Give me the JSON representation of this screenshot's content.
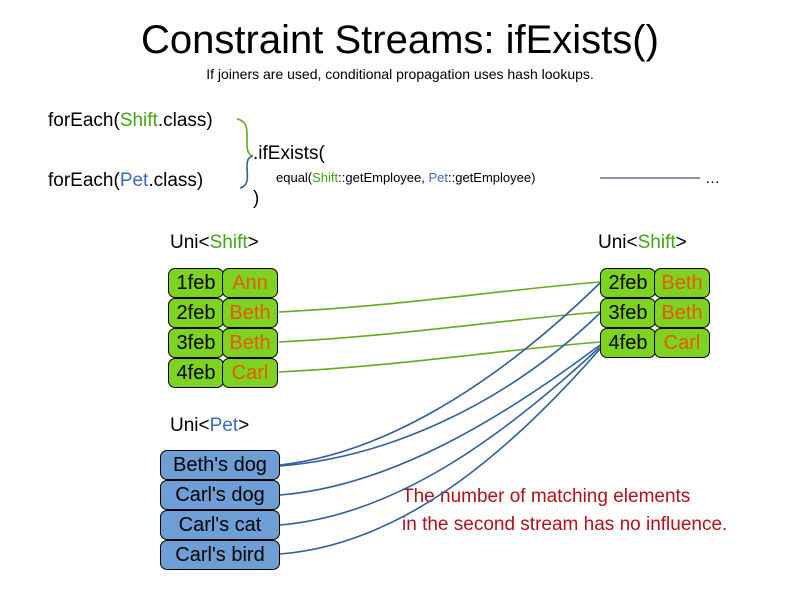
{
  "slide": {
    "title": "Constraint Streams: ifExists()",
    "subtitle": "If joiners are used, conditional propagation uses hash lookups."
  },
  "code": {
    "for_each_shift": {
      "prefix": "forEach(",
      "type": "Shift",
      "suffix": ".class)"
    },
    "for_each_pet": {
      "prefix": "forEach(",
      "type": "Pet",
      "suffix": ".class)"
    },
    "if_exists": ".ifExists(",
    "equal": {
      "prefix": "equal(",
      "left_type": "Shift",
      "left_ref": "::getEmployee, ",
      "right_type": "Pet",
      "right_ref": "::getEmployee)"
    },
    "close_paren": ")",
    "ellipsis": "…"
  },
  "streams": {
    "left_shift": {
      "label_prefix": "Uni<",
      "label_type": "Shift",
      "label_suffix": ">",
      "rows": [
        {
          "date": "1feb",
          "employee": "Ann"
        },
        {
          "date": "2feb",
          "employee": "Beth"
        },
        {
          "date": "3feb",
          "employee": "Beth"
        },
        {
          "date": "4feb",
          "employee": "Carl"
        }
      ]
    },
    "right_shift": {
      "label_prefix": "Uni<",
      "label_type": "Shift",
      "label_suffix": ">",
      "rows": [
        {
          "date": "2feb",
          "employee": "Beth"
        },
        {
          "date": "3feb",
          "employee": "Beth"
        },
        {
          "date": "4feb",
          "employee": "Carl"
        }
      ]
    },
    "left_pet": {
      "label_prefix": "Uni<",
      "label_type": "Pet",
      "label_suffix": ">",
      "rows": [
        {
          "name": "Beth's dog"
        },
        {
          "name": "Carl's dog"
        },
        {
          "name": "Carl's cat"
        },
        {
          "name": "Carl's bird"
        }
      ]
    }
  },
  "annotation": {
    "line1": "The number of matching elements",
    "line2": "in the second stream has no influence."
  },
  "colors": {
    "shift_green": "#7ed321",
    "shift_green_line": "#6aa81f",
    "pet_blue": "#6d9ed6",
    "pet_blue_line": "#2f5f9e",
    "employee_orange": "#e8590c",
    "type_shift_text": "#45a315",
    "type_pet_text": "#3d69c4",
    "note_red": "#b01217",
    "joiner_line": "#8b7a9e",
    "box_border": "#000000",
    "background": "#ffffff"
  }
}
